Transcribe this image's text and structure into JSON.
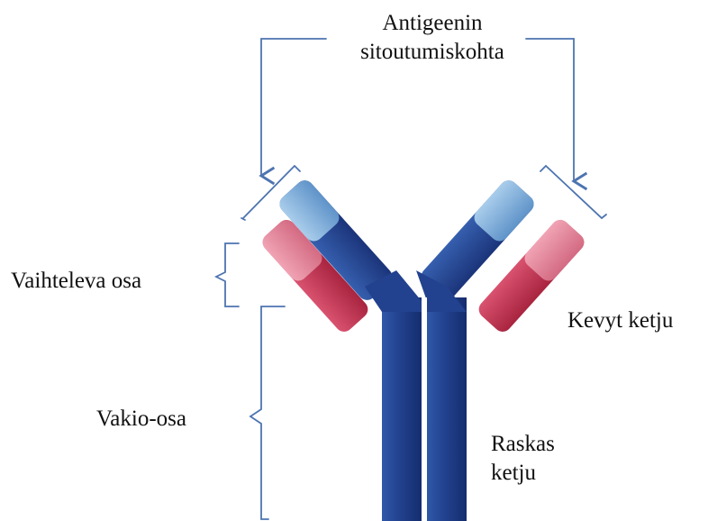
{
  "diagram": {
    "title": "",
    "labels": {
      "binding_site_line1": "Antigeenin",
      "binding_site_line2": "sitoutumiskohta",
      "variable_region": "Vaihteleva  osa",
      "constant_region": "Vakio-osa",
      "light_chain": "Kevyt ketju",
      "heavy_chain_line1": "Raskas",
      "heavy_chain_line2": "ketju"
    },
    "colors": {
      "heavy_chain_dark": "#22418e",
      "heavy_chain_variable": "#7fb0dc",
      "light_chain_constant": "#c8385a",
      "light_chain_variable": "#e7899e",
      "annotation_lines": "#4d74b0",
      "text": "#111111"
    }
  }
}
